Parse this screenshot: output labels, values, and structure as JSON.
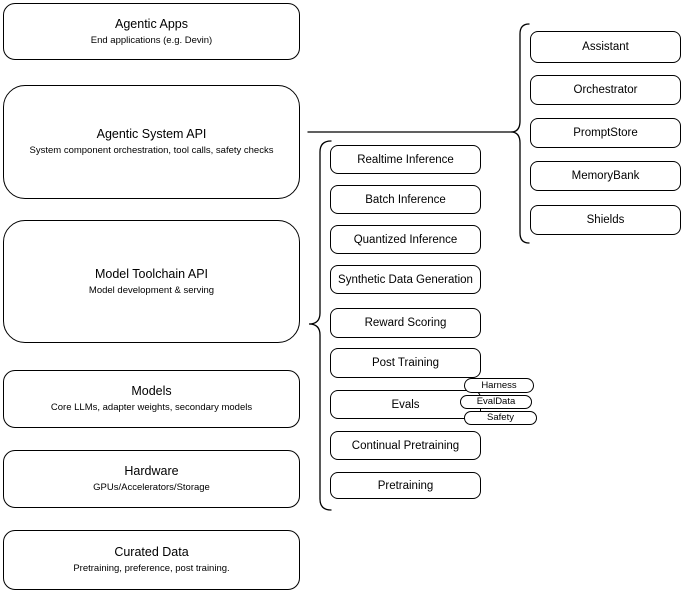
{
  "diagram": {
    "layers": [
      {
        "title": "Agentic Apps",
        "subtitle": "End applications (e.g. Devin)"
      },
      {
        "title": "Agentic System API",
        "subtitle": "System component orchestration, tool calls, safety checks"
      },
      {
        "title": "Model Toolchain API",
        "subtitle": "Model development & serving"
      },
      {
        "title": "Models",
        "subtitle": "Core LLMs, adapter weights, secondary models"
      },
      {
        "title": "Hardware",
        "subtitle": "GPUs/Accelerators/Storage"
      },
      {
        "title": "Curated Data",
        "subtitle": "Pretraining, preference, post training."
      }
    ],
    "toolchain": {
      "items": [
        "Realtime Inference",
        "Batch Inference",
        "Quantized Inference",
        "Synthetic Data Generation",
        "Reward Scoring",
        "Post Training",
        "Evals",
        "Continual Pretraining",
        "Pretraining"
      ]
    },
    "evals_tags": [
      "Harness",
      "EvalData",
      "Safety"
    ],
    "system_components": [
      "Assistant",
      "Orchestrator",
      "PromptStore",
      "MemoryBank",
      "Shields"
    ],
    "colors": {
      "stroke": "#000000",
      "fill": "#ffffff",
      "text": "#000000"
    }
  }
}
